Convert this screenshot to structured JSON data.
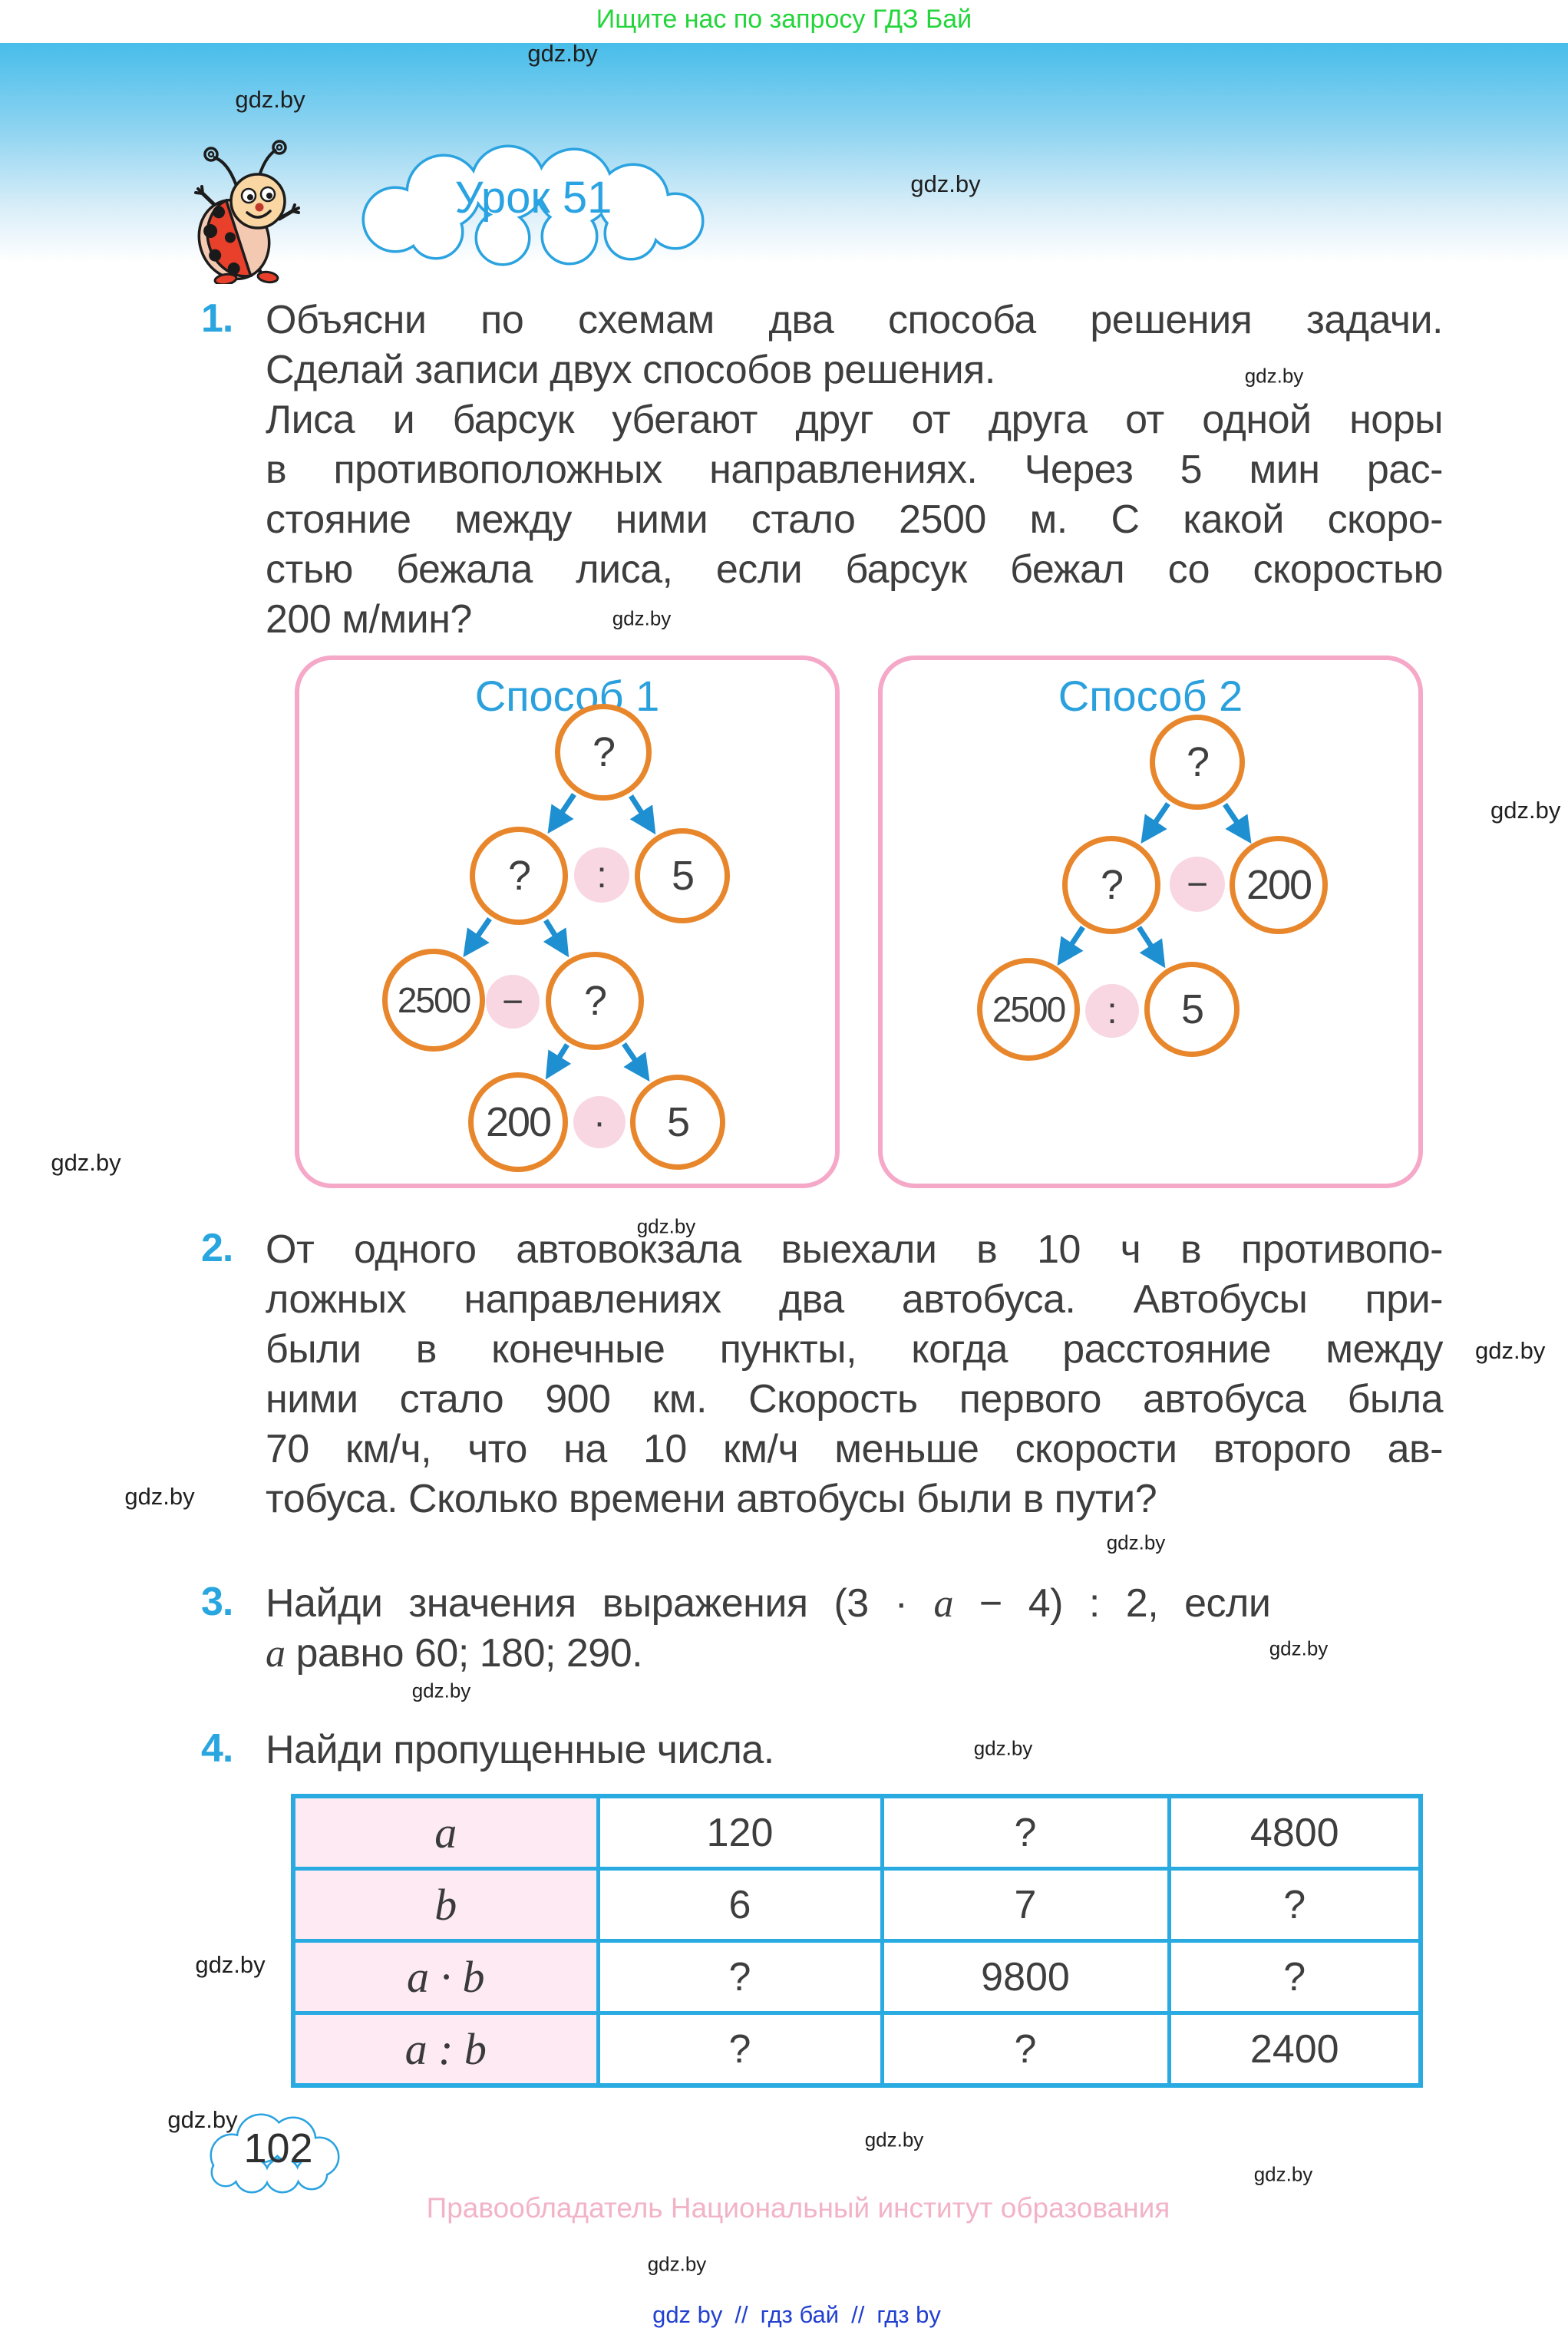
{
  "promo_banner": "Ищите нас по запросу ГДЗ Бай",
  "watermark": "gdz.by",
  "lesson_title": "Урок 51",
  "problems": {
    "p1": {
      "number": "1.",
      "lines": [
        "Объясни по схемам два способа решения задачи.",
        "Сделай записи двух способов решения.",
        "Лиса и барсук убегают друг от друга от одной норы",
        "в противоположных направлениях. Через 5 мин рас-",
        "стояние между ними стало 2500 м. С какой скоро-",
        "стью бежала лиса, если барсук бежал со скоростью",
        "200 м/мин?"
      ]
    },
    "p2": {
      "number": "2.",
      "lines": [
        "От одного автовокзала выехали в 10 ч в противопо-",
        "ложных направлениях два автобуса. Автобусы при-",
        "были в конечные пункты, когда расстояние между",
        "ними стало 900 км. Скорость первого автобуса была",
        "70 км/ч, что на 10 км/ч меньше скорости второго ав-",
        "тобуса. Сколько времени автобусы были в пути?"
      ]
    },
    "p3": {
      "number": "3.",
      "line1_pre": "Найди значения выражения (3 · ",
      "line1_var": "a",
      "line1_post": " − 4) : 2, если",
      "line2_var": "a",
      "line2_post": " равно 60; 180; 290."
    },
    "p4": {
      "number": "4.",
      "text": "Найди пропущенные числа."
    }
  },
  "scheme1": {
    "title": "Способ 1",
    "nodes": {
      "root": "?",
      "l2_left": "?",
      "l2_op": ":",
      "l2_right": "5",
      "l3_left": "2500",
      "l3_op": "−",
      "l3_right": "?",
      "l4_left": "200",
      "l4_op": "·",
      "l4_right": "5"
    }
  },
  "scheme2": {
    "title": "Способ 2",
    "nodes": {
      "root": "?",
      "l2_left": "?",
      "l2_op": "−",
      "l2_right": "200",
      "l3_left": "2500",
      "l3_op": ":",
      "l3_right": "5"
    }
  },
  "table": {
    "rows": [
      {
        "label": "a",
        "values": [
          "120",
          "?",
          "4800"
        ]
      },
      {
        "label": "b",
        "values": [
          "6",
          "7",
          "?"
        ]
      },
      {
        "label": "a · b",
        "values": [
          "?",
          "9800",
          "?"
        ]
      },
      {
        "label": "a : b",
        "values": [
          "?",
          "?",
          "2400"
        ]
      }
    ]
  },
  "footer": {
    "page_number": "102",
    "copyright": "Правообладатель Национальный институт образования",
    "links": {
      "link1": "gdz by",
      "sep1": "//",
      "link2": "гдз бай",
      "sep2": "//",
      "link3": "гдз by"
    }
  },
  "colors": {
    "accent_blue": "#29a6e0",
    "table_border": "#29abe2",
    "box_border": "#f5a8c8",
    "circle_orange": "#e8862c",
    "op_pink": "#f8d7e3",
    "arrow_blue": "#1e8fd0",
    "promo_green": "#23d53b",
    "copyright_pink": "#f2b3c7",
    "link_blue": "#2240d0"
  }
}
